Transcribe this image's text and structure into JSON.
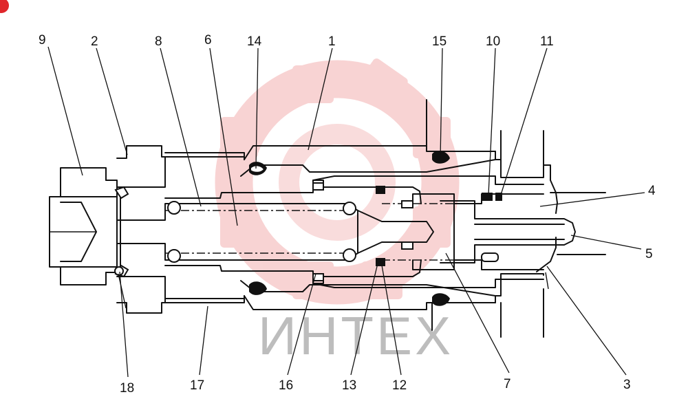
{
  "colors": {
    "line": "#111111",
    "watermark_gear": "#f5c2c2",
    "watermark_text": "#bdbdbd",
    "corner_badge": "#e0262b"
  },
  "watermark": {
    "text": "ИНТЕХ",
    "icon": "gear-logo-icon"
  },
  "callouts": [
    {
      "id": "9",
      "text": "9"
    },
    {
      "id": "2",
      "text": "2"
    },
    {
      "id": "8",
      "text": "8"
    },
    {
      "id": "6",
      "text": "6"
    },
    {
      "id": "14",
      "text": "14"
    },
    {
      "id": "1",
      "text": "1"
    },
    {
      "id": "15",
      "text": "15"
    },
    {
      "id": "10",
      "text": "10"
    },
    {
      "id": "11",
      "text": "11"
    },
    {
      "id": "4",
      "text": "4"
    },
    {
      "id": "5",
      "text": "5"
    },
    {
      "id": "3",
      "text": "3"
    },
    {
      "id": "7",
      "text": "7"
    },
    {
      "id": "12",
      "text": "12"
    },
    {
      "id": "13",
      "text": "13"
    },
    {
      "id": "16",
      "text": "16"
    },
    {
      "id": "17",
      "text": "17"
    },
    {
      "id": "18",
      "text": "18"
    }
  ]
}
